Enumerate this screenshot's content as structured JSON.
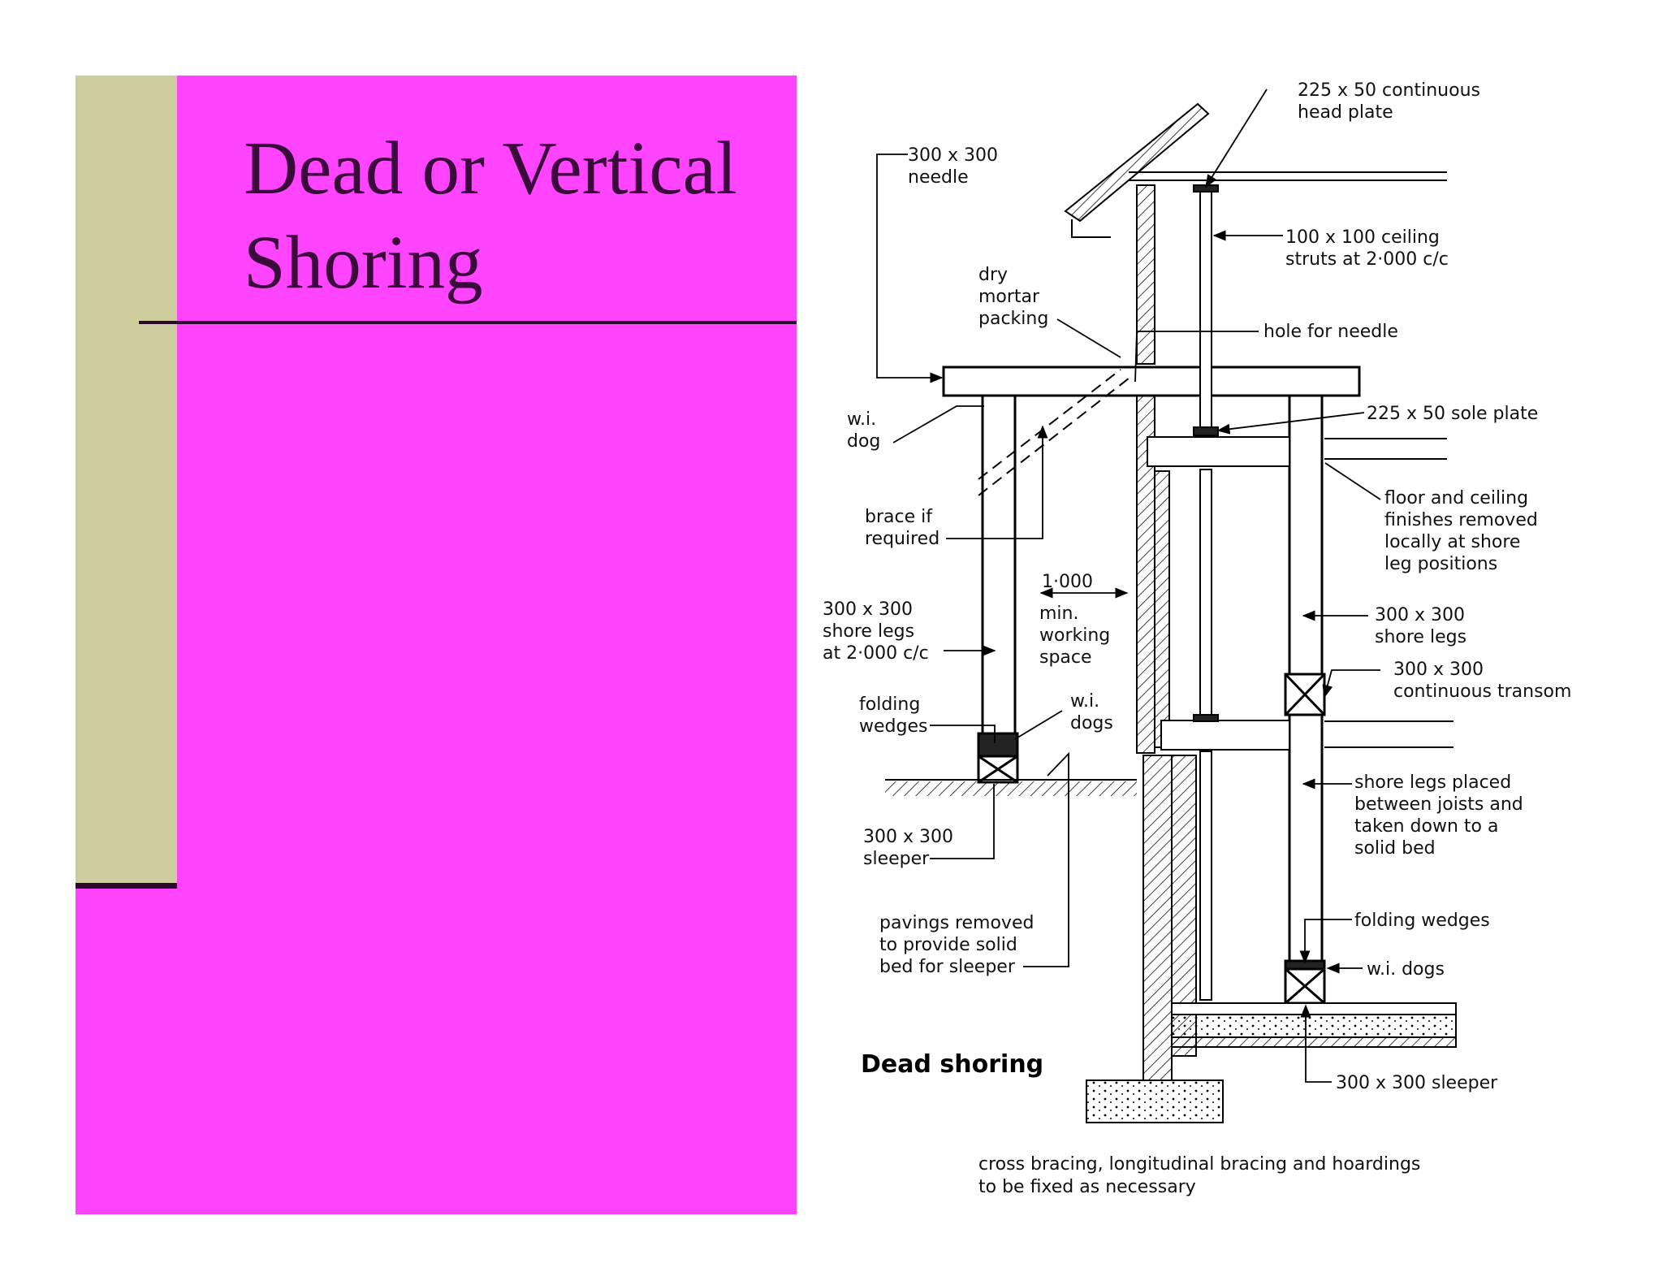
{
  "slide": {
    "title_line1": "Dead or Vertical",
    "title_line2": "Shoring"
  },
  "diagram": {
    "caption": "Dead shoring",
    "labels": {
      "head_plate_1": "225 x 50 continuous",
      "head_plate_2": "head plate",
      "needle_1": "300 x 300",
      "needle_2": "needle",
      "ceiling_struts_1": "100 x 100 ceiling",
      "ceiling_struts_2": "struts at 2·000 c/c",
      "mortar_1": "dry",
      "mortar_2": "mortar",
      "mortar_3": "packing",
      "hole": "hole for needle",
      "wi_dog_1": "w.i.",
      "wi_dog_2": "dog",
      "sole_plate": "225 x 50 sole plate",
      "brace_1": "brace if",
      "brace_2": "required",
      "finishes_1": "floor and ceiling",
      "finishes_2": "finishes removed",
      "finishes_3": "locally at shore",
      "finishes_4": "leg positions",
      "dim": "1·000",
      "working_1": "min.",
      "working_2": "working",
      "working_3": "space",
      "shore_legs_left_1": "300 x 300",
      "shore_legs_left_2": "shore legs",
      "shore_legs_left_3": "at 2·000 c/c",
      "shore_legs_right_1": "300 x 300",
      "shore_legs_right_2": "shore legs",
      "transom_1": "300 x 300",
      "transom_2": "continuous transom",
      "folding_wedges_left_1": "folding",
      "folding_wedges_left_2": "wedges",
      "wi_dogs_1": "w.i.",
      "wi_dogs_2": "dogs",
      "placed_1": "shore legs placed",
      "placed_2": "between joists and",
      "placed_3": "taken down to a",
      "placed_4": "solid bed",
      "sleeper_left_1": "300 x 300",
      "sleeper_left_2": "sleeper",
      "pavings_1": "pavings removed",
      "pavings_2": "to provide solid",
      "pavings_3": "bed for sleeper",
      "folding_wedges_right": "folding wedges",
      "wi_dogs_right": "w.i. dogs",
      "sleeper_right": "300 x 300 sleeper",
      "bracing_1": "cross bracing, longitudinal bracing and hoardings",
      "bracing_2": "to be fixed as necessary"
    }
  },
  "colors": {
    "panel": "#ff44ff",
    "side_bar": "#cccc9d",
    "rule": "#2a0a2a",
    "title_text": "#3a0a3a"
  }
}
